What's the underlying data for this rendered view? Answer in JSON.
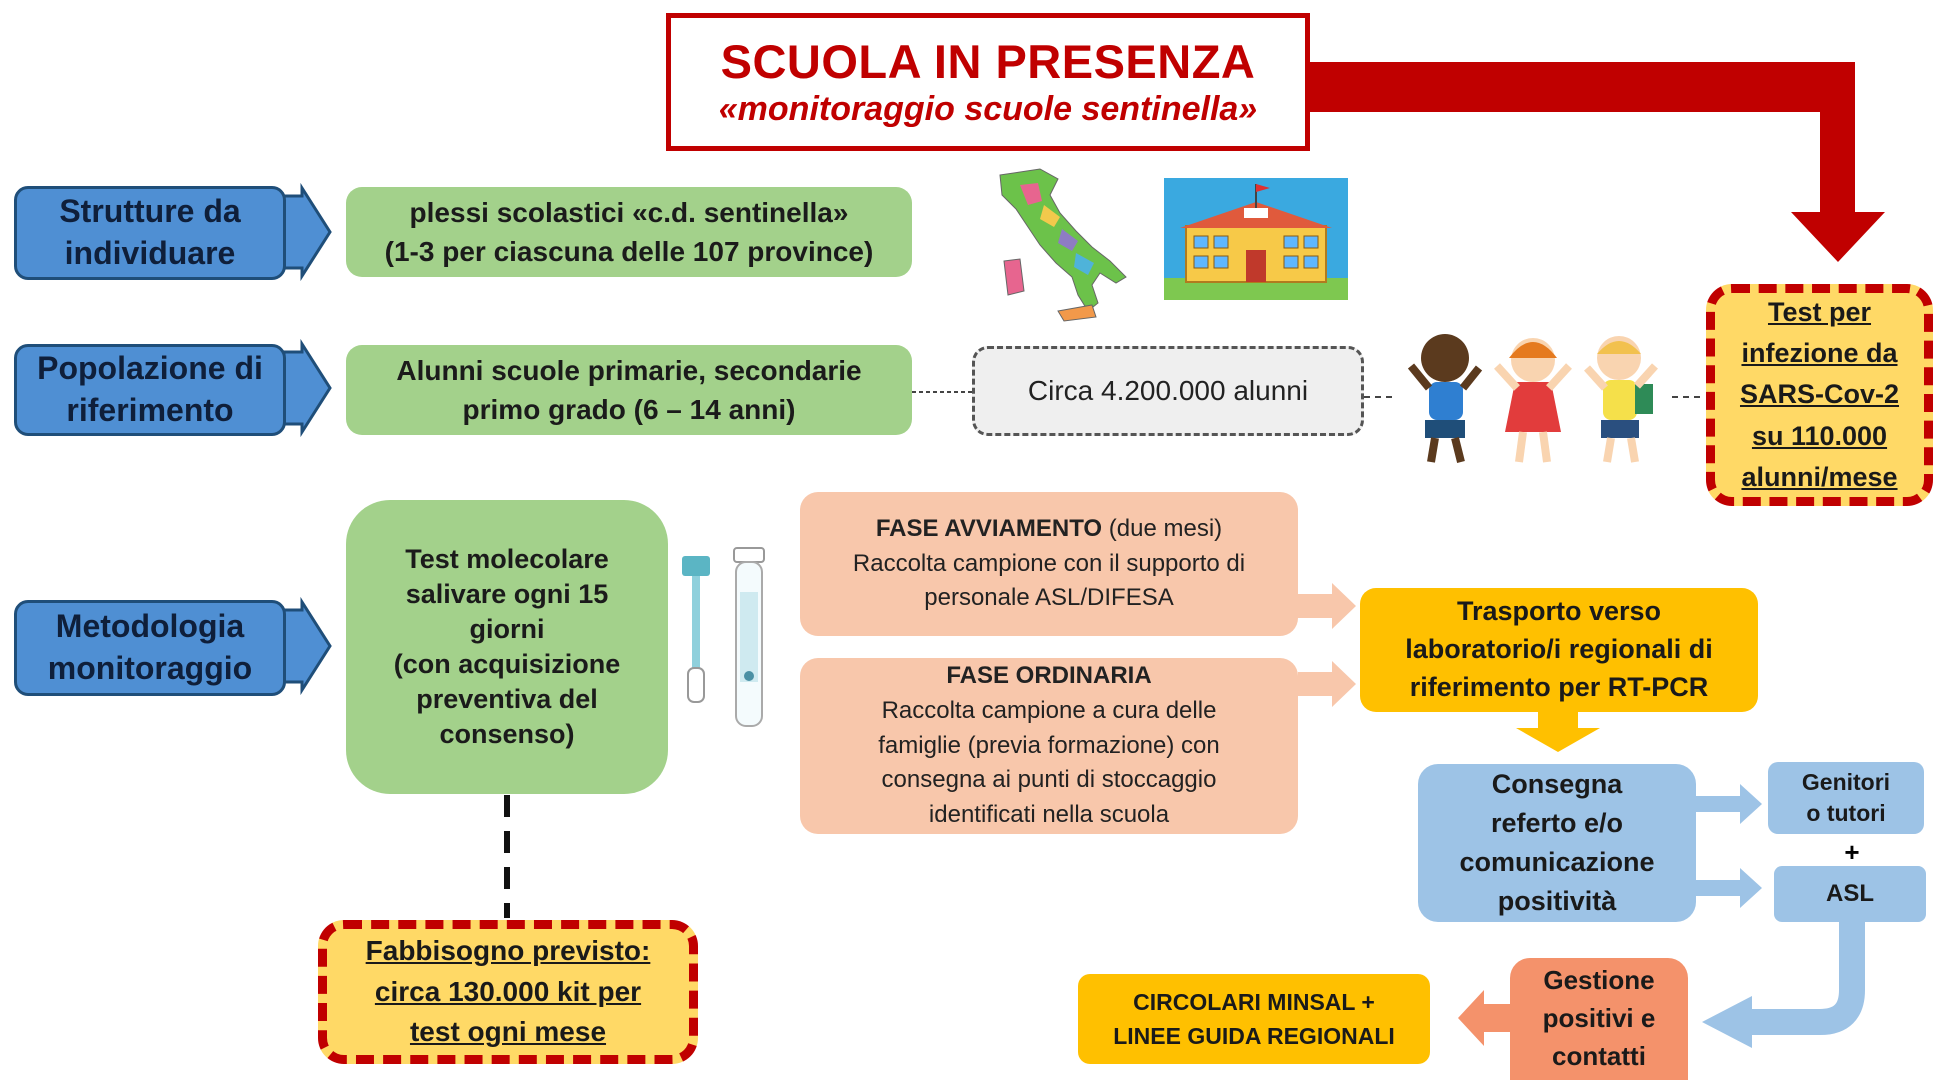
{
  "title": {
    "main": "SCUOLA IN PRESENZA",
    "sub": "«monitoraggio scuole sentinella»"
  },
  "categories": {
    "strutture": [
      "Strutture da",
      "individuare"
    ],
    "popolazione": [
      "Popolazione di",
      "riferimento"
    ],
    "metodologia": [
      "Metodologia",
      "monitoraggio"
    ]
  },
  "structures": {
    "line1": "plessi scolastici «c.d. sentinella»",
    "line2": "(1-3 per ciascuna delle 107 province)"
  },
  "population": {
    "line1": "Alunni scuole primarie, secondarie",
    "line2": "primo grado (6 – 14 anni)",
    "count": "Circa 4.200.000 alunni"
  },
  "test_target": {
    "lines": [
      "Test per",
      "infezione da",
      "SARS-Cov-2",
      "su 110.000",
      "alunni/mese"
    ]
  },
  "method": {
    "lines": [
      "Test molecolare",
      "salivare ogni 15",
      "giorni",
      "(con acquisizione",
      "preventiva del",
      "consenso)"
    ]
  },
  "phase_start": {
    "title": "FASE AVVIAMENTO",
    "title_note": "(due mesi)",
    "line1": "Raccolta campione  con il supporto di",
    "line2": "personale ASL/DIFESA"
  },
  "phase_ordinary": {
    "title": "FASE ORDINARIA",
    "lines": [
      "Raccolta campione a cura delle",
      "famiglie (previa formazione) con",
      "consegna ai punti di stoccaggio",
      "identificati nella scuola"
    ]
  },
  "transport": {
    "lines": [
      "Trasporto verso",
      "laboratorio/i regionali di",
      "riferimento per RT-PCR"
    ]
  },
  "delivery": {
    "lines": [
      "Consegna",
      "referto e/o",
      "comunicazione",
      "positività"
    ]
  },
  "recipients": {
    "parents": [
      "Genitori",
      "o tutori"
    ],
    "plus": "+",
    "asl": "ASL"
  },
  "management": {
    "lines": [
      "Gestione",
      "positivi e",
      "contatti"
    ]
  },
  "circulars": {
    "lines": [
      "CIRCOLARI MINSAL +",
      "LINEE GUIDA REGIONALI"
    ]
  },
  "kits": {
    "lines": [
      "Fabbisogno previsto:",
      "circa 130.000 kit per",
      "test ogni mese"
    ]
  },
  "colors": {
    "title_red": "#c00000",
    "category_blue": "#4f8fd3",
    "green": "#a3d18b",
    "salmon": "#f8c7ab",
    "yellow": "#ffc000",
    "light_blue": "#9dc3e6",
    "coral": "#f4926b",
    "highlight_yellow": "#ffd966"
  },
  "icons": [
    "italy-map-icon",
    "school-building-icon",
    "children-icon",
    "saliva-test-tube-icon"
  ]
}
